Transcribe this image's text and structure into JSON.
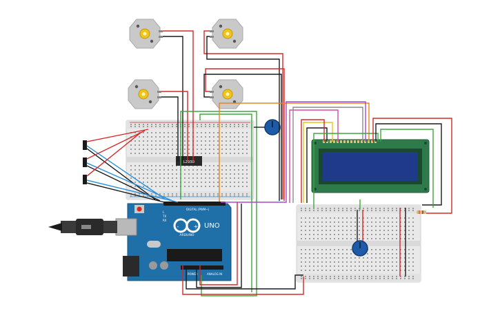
{
  "ic": {
    "label": "L293D"
  },
  "arduino": {
    "brand": "ARDUINO",
    "model": "UNO",
    "digital_header": "DIGITAL (PWM~)",
    "power_header": "POWER",
    "analog_header": "ANALOG IN",
    "tx_label": "TX",
    "rx_label": "RX",
    "l_label": "L"
  },
  "colors": {
    "wire_red": "#d62828",
    "wire_black": "#1a1a1a",
    "wire_green": "#3aa83a",
    "wire_blue": "#2a8fd8",
    "wire_yellow": "#e8c51a",
    "wire_orange": "#e8861a",
    "wire_purple": "#a04ad0",
    "wire_pink": "#d34aa0",
    "wire_gray": "#8a8a8a",
    "arduino_board": "#1f6fa8",
    "breadboard": "#e9e9e9",
    "lcd_board": "#2f7a4a",
    "lcd_screen": "#1f3a8a",
    "pot_knob": "#1d5aa8",
    "motor_body": "#c9c9c9",
    "motor_shaft": "#f0c419"
  }
}
